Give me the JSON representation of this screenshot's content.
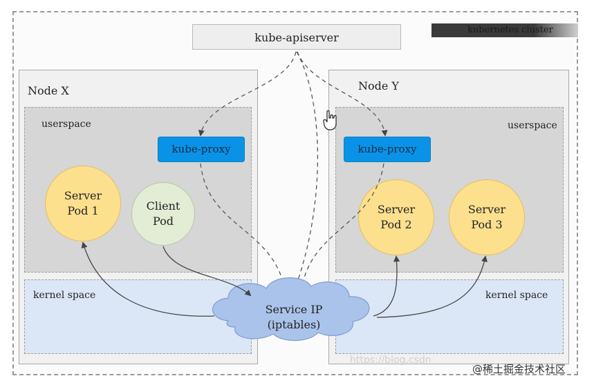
{
  "cluster": {
    "label": "kubernetes cluster"
  },
  "apiserver": {
    "label": "kube-apiserver"
  },
  "node_x": {
    "title": "Node X",
    "userspace_label": "userspace",
    "kernel_label": "kernel space",
    "proxy_label": "kube-proxy",
    "server_pod": {
      "line1": "Server",
      "line2": "Pod 1"
    },
    "client_pod": {
      "line1": "Client",
      "line2": "Pod"
    }
  },
  "node_y": {
    "title": "Node Y",
    "userspace_label": "userspace",
    "kernel_label": "kernel space",
    "proxy_label": "kube-proxy",
    "server_pod_2": {
      "line1": "Server",
      "line2": "Pod 2"
    },
    "server_pod_3": {
      "line1": "Server",
      "line2": "Pod 3"
    }
  },
  "service": {
    "line1": "Service IP",
    "line2": "(iptables)"
  },
  "watermark": {
    "text": "@稀土掘金技术社区",
    "url": "https://blog.csdn"
  },
  "colors": {
    "proxy": "#0a93e6",
    "server_pod": "#fde08e",
    "client_pod": "#e3ecd4",
    "kernel_space": "#dbe7f6",
    "userspace": "#d6d6d6",
    "service_cloud": "#aac3ea"
  }
}
